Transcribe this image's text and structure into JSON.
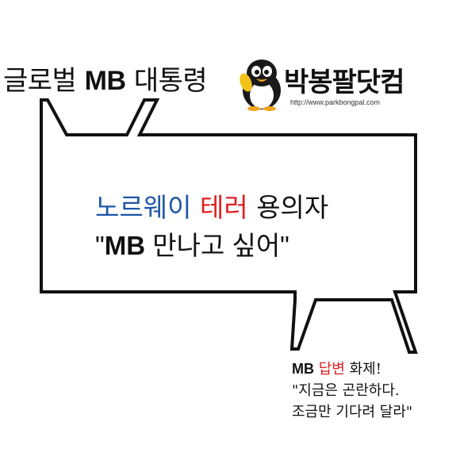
{
  "title": {
    "pre": "글로벌",
    "mb": "MB",
    "post": "대통령"
  },
  "logo": {
    "name": "박봉팔닷컴",
    "url": "http://www.parkbongpal.com"
  },
  "speech": {
    "line1_blue": "노르웨이",
    "line1_red": "테러",
    "line1_rest": "용의자",
    "line2_open": "\"",
    "line2_mb": "MB",
    "line2_rest": "만나고 싶어\""
  },
  "reply": {
    "mb": "MB",
    "highlight": "답변",
    "rest": "화제!",
    "line2": "\"지금은 곤란하다.",
    "line3": "조금만 기다려 달라\""
  },
  "colors": {
    "blue": "#1e56a8",
    "red": "#e02020",
    "ink": "#111111",
    "penguin_beak": "#f2a51a"
  }
}
